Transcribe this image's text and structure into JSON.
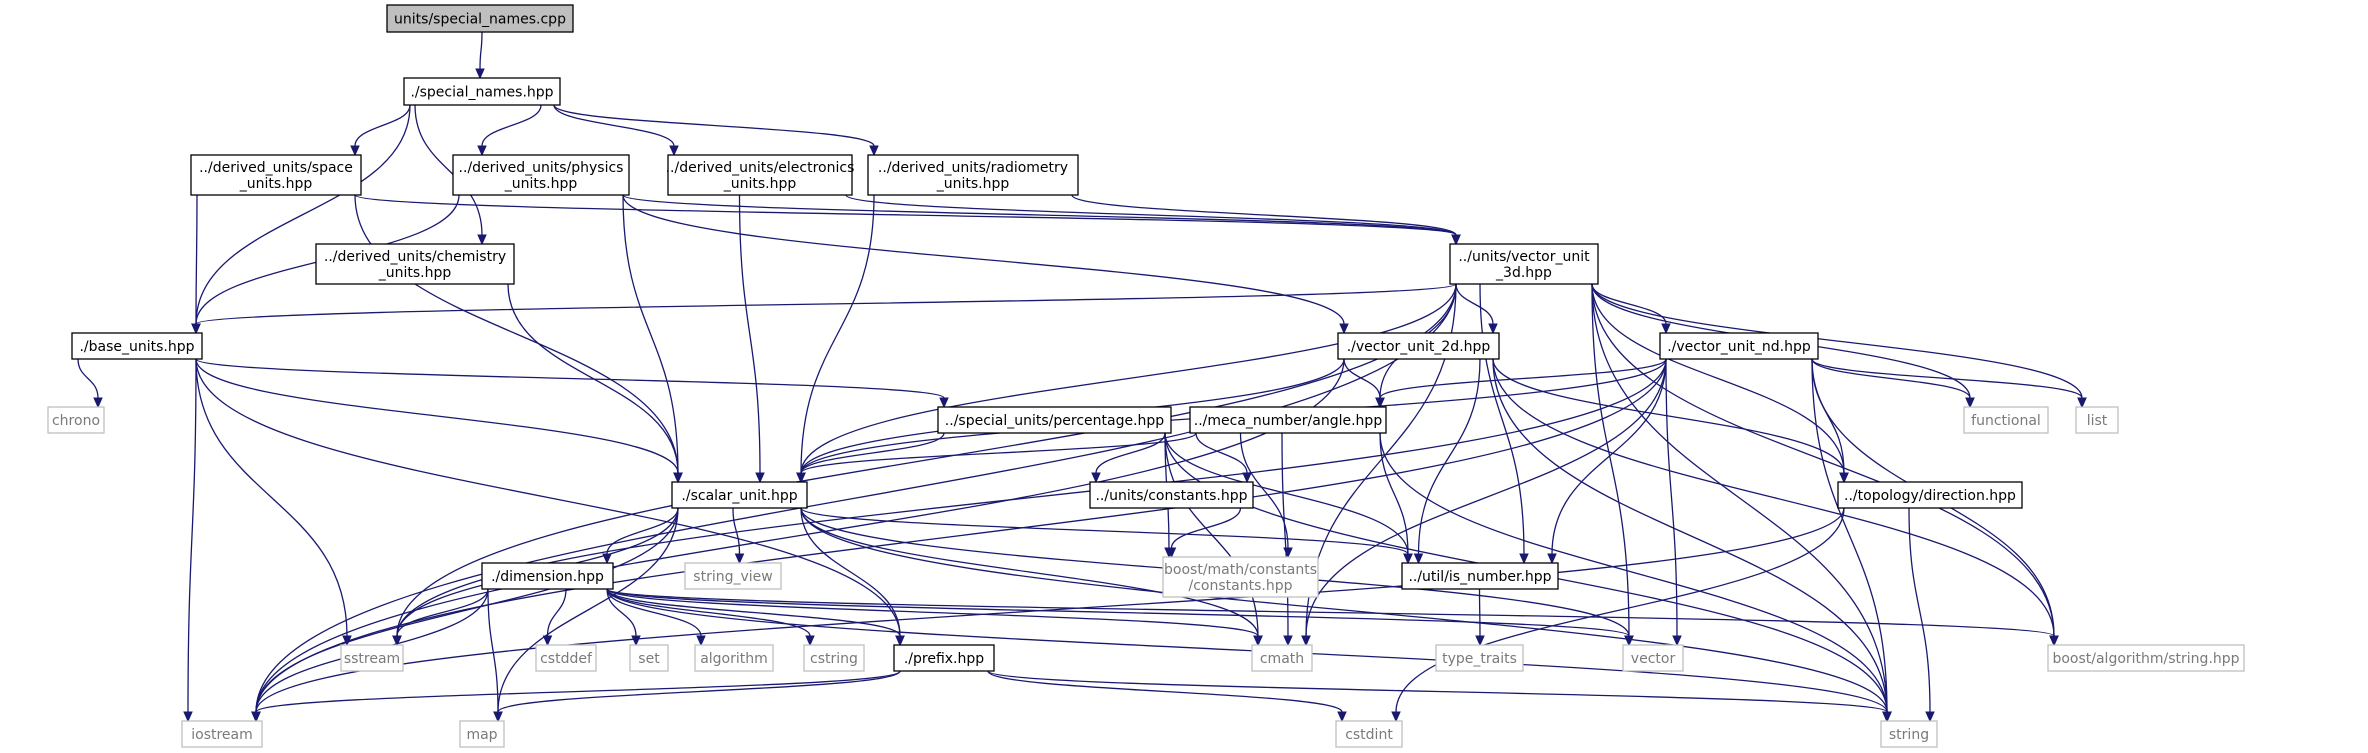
{
  "nodes": [
    {
      "id": "root",
      "lines": [
        "units/special_names.cpp"
      ],
      "kind": "root"
    },
    {
      "id": "special_names",
      "lines": [
        "./special_names.hpp"
      ],
      "kind": "local"
    },
    {
      "id": "space_units",
      "lines": [
        "../derived_units/space",
        "_units.hpp"
      ],
      "kind": "local"
    },
    {
      "id": "physics_units",
      "lines": [
        "../derived_units/physics",
        "_units.hpp"
      ],
      "kind": "local"
    },
    {
      "id": "electronics_units",
      "lines": [
        "../derived_units/electronics",
        "_units.hpp"
      ],
      "kind": "local"
    },
    {
      "id": "radiometry_units",
      "lines": [
        "../derived_units/radiometry",
        "_units.hpp"
      ],
      "kind": "local"
    },
    {
      "id": "chemistry_units",
      "lines": [
        "../derived_units/chemistry",
        "_units.hpp"
      ],
      "kind": "local"
    },
    {
      "id": "vector_unit_3d",
      "lines": [
        "../units/vector_unit",
        "_3d.hpp"
      ],
      "kind": "local"
    },
    {
      "id": "base_units",
      "lines": [
        "./base_units.hpp"
      ],
      "kind": "local"
    },
    {
      "id": "vector_unit_2d",
      "lines": [
        "./vector_unit_2d.hpp"
      ],
      "kind": "local"
    },
    {
      "id": "vector_unit_nd",
      "lines": [
        "./vector_unit_nd.hpp"
      ],
      "kind": "local"
    },
    {
      "id": "chrono",
      "lines": [
        "chrono"
      ],
      "kind": "system"
    },
    {
      "id": "percentage",
      "lines": [
        "../special_units/percentage.hpp"
      ],
      "kind": "local"
    },
    {
      "id": "angle",
      "lines": [
        "../meca_number/angle.hpp"
      ],
      "kind": "local"
    },
    {
      "id": "functional",
      "lines": [
        "functional"
      ],
      "kind": "system"
    },
    {
      "id": "list",
      "lines": [
        "list"
      ],
      "kind": "system"
    },
    {
      "id": "scalar_unit",
      "lines": [
        "./scalar_unit.hpp"
      ],
      "kind": "local"
    },
    {
      "id": "constants",
      "lines": [
        "../units/constants.hpp"
      ],
      "kind": "local"
    },
    {
      "id": "direction",
      "lines": [
        "../topology/direction.hpp"
      ],
      "kind": "local"
    },
    {
      "id": "string_view",
      "lines": [
        "string_view"
      ],
      "kind": "system"
    },
    {
      "id": "boost_constants",
      "lines": [
        "boost/math/constants",
        "/constants.hpp"
      ],
      "kind": "system"
    },
    {
      "id": "is_number",
      "lines": [
        "../util/is_number.hpp"
      ],
      "kind": "local"
    },
    {
      "id": "dimension",
      "lines": [
        "./dimension.hpp"
      ],
      "kind": "local"
    },
    {
      "id": "sstream",
      "lines": [
        "sstream"
      ],
      "kind": "system"
    },
    {
      "id": "cstddef",
      "lines": [
        "cstddef"
      ],
      "kind": "system"
    },
    {
      "id": "set",
      "lines": [
        "set"
      ],
      "kind": "system"
    },
    {
      "id": "algorithm",
      "lines": [
        "algorithm"
      ],
      "kind": "system"
    },
    {
      "id": "cstring",
      "lines": [
        "cstring"
      ],
      "kind": "system"
    },
    {
      "id": "prefix",
      "lines": [
        "./prefix.hpp"
      ],
      "kind": "local"
    },
    {
      "id": "cmath",
      "lines": [
        "cmath"
      ],
      "kind": "system"
    },
    {
      "id": "type_traits",
      "lines": [
        "type_traits"
      ],
      "kind": "system"
    },
    {
      "id": "vector",
      "lines": [
        "vector"
      ],
      "kind": "system"
    },
    {
      "id": "boost_string",
      "lines": [
        "boost/algorithm/string.hpp"
      ],
      "kind": "system"
    },
    {
      "id": "iostream",
      "lines": [
        "iostream"
      ],
      "kind": "system"
    },
    {
      "id": "map",
      "lines": [
        "map"
      ],
      "kind": "system"
    },
    {
      "id": "cstdint",
      "lines": [
        "cstdint"
      ],
      "kind": "system"
    },
    {
      "id": "string",
      "lines": [
        "string"
      ],
      "kind": "system"
    }
  ],
  "edges": [
    [
      "root",
      "special_names"
    ],
    [
      "special_names",
      "space_units"
    ],
    [
      "special_names",
      "physics_units"
    ],
    [
      "special_names",
      "electronics_units"
    ],
    [
      "special_names",
      "radiometry_units"
    ],
    [
      "special_names",
      "chemistry_units"
    ],
    [
      "special_names",
      "base_units"
    ],
    [
      "space_units",
      "base_units"
    ],
    [
      "space_units",
      "scalar_unit"
    ],
    [
      "space_units",
      "vector_unit_3d"
    ],
    [
      "physics_units",
      "base_units"
    ],
    [
      "physics_units",
      "scalar_unit"
    ],
    [
      "physics_units",
      "vector_unit_3d"
    ],
    [
      "physics_units",
      "vector_unit_2d"
    ],
    [
      "electronics_units",
      "scalar_unit"
    ],
    [
      "electronics_units",
      "vector_unit_3d"
    ],
    [
      "radiometry_units",
      "scalar_unit"
    ],
    [
      "radiometry_units",
      "vector_unit_3d"
    ],
    [
      "chemistry_units",
      "scalar_unit"
    ],
    [
      "base_units",
      "chrono"
    ],
    [
      "base_units",
      "iostream"
    ],
    [
      "base_units",
      "sstream"
    ],
    [
      "base_units",
      "scalar_unit"
    ],
    [
      "base_units",
      "percentage"
    ],
    [
      "base_units",
      "prefix"
    ],
    [
      "vector_unit_3d",
      "base_units"
    ],
    [
      "vector_unit_3d",
      "vector_unit_2d"
    ],
    [
      "vector_unit_3d",
      "vector_unit_nd"
    ],
    [
      "vector_unit_3d",
      "angle"
    ],
    [
      "vector_unit_3d",
      "scalar_unit"
    ],
    [
      "vector_unit_3d",
      "functional"
    ],
    [
      "vector_unit_3d",
      "list"
    ],
    [
      "vector_unit_3d",
      "direction"
    ],
    [
      "vector_unit_3d",
      "is_number"
    ],
    [
      "vector_unit_3d",
      "cmath"
    ],
    [
      "vector_unit_3d",
      "vector"
    ],
    [
      "vector_unit_3d",
      "boost_string"
    ],
    [
      "vector_unit_3d",
      "string"
    ],
    [
      "vector_unit_3d",
      "iostream"
    ],
    [
      "vector_unit_3d",
      "sstream"
    ],
    [
      "vector_unit_2d",
      "angle"
    ],
    [
      "vector_unit_2d",
      "scalar_unit"
    ],
    [
      "vector_unit_2d",
      "direction"
    ],
    [
      "vector_unit_2d",
      "is_number"
    ],
    [
      "vector_unit_2d",
      "iostream"
    ],
    [
      "vector_unit_2d",
      "boost_string"
    ],
    [
      "vector_unit_2d",
      "string"
    ],
    [
      "vector_unit_nd",
      "angle"
    ],
    [
      "vector_unit_nd",
      "scalar_unit"
    ],
    [
      "vector_unit_nd",
      "direction"
    ],
    [
      "vector_unit_nd",
      "is_number"
    ],
    [
      "vector_unit_nd",
      "functional"
    ],
    [
      "vector_unit_nd",
      "list"
    ],
    [
      "vector_unit_nd",
      "cmath"
    ],
    [
      "vector_unit_nd",
      "vector"
    ],
    [
      "vector_unit_nd",
      "boost_string"
    ],
    [
      "vector_unit_nd",
      "string"
    ],
    [
      "vector_unit_nd",
      "iostream"
    ],
    [
      "vector_unit_nd",
      "sstream"
    ],
    [
      "percentage",
      "scalar_unit"
    ],
    [
      "percentage",
      "constants"
    ],
    [
      "percentage",
      "boost_constants"
    ],
    [
      "percentage",
      "is_number"
    ],
    [
      "percentage",
      "cmath"
    ],
    [
      "percentage",
      "string"
    ],
    [
      "angle",
      "scalar_unit"
    ],
    [
      "angle",
      "constants"
    ],
    [
      "angle",
      "boost_constants"
    ],
    [
      "angle",
      "is_number"
    ],
    [
      "angle",
      "cmath"
    ],
    [
      "angle",
      "string"
    ],
    [
      "constants",
      "boost_constants"
    ],
    [
      "direction",
      "string"
    ],
    [
      "direction",
      "iostream"
    ],
    [
      "direction",
      "cstdint"
    ],
    [
      "scalar_unit",
      "dimension"
    ],
    [
      "scalar_unit",
      "string_view"
    ],
    [
      "scalar_unit",
      "is_number"
    ],
    [
      "scalar_unit",
      "prefix"
    ],
    [
      "scalar_unit",
      "iostream"
    ],
    [
      "scalar_unit",
      "sstream"
    ],
    [
      "scalar_unit",
      "cmath"
    ],
    [
      "scalar_unit",
      "map"
    ],
    [
      "scalar_unit",
      "vector"
    ],
    [
      "scalar_unit",
      "string"
    ],
    [
      "is_number",
      "type_traits"
    ],
    [
      "dimension",
      "sstream"
    ],
    [
      "dimension",
      "cstddef"
    ],
    [
      "dimension",
      "set"
    ],
    [
      "dimension",
      "algorithm"
    ],
    [
      "dimension",
      "cstring"
    ],
    [
      "dimension",
      "prefix"
    ],
    [
      "dimension",
      "cmath"
    ],
    [
      "dimension",
      "vector"
    ],
    [
      "dimension",
      "boost_string"
    ],
    [
      "dimension",
      "iostream"
    ],
    [
      "dimension",
      "map"
    ],
    [
      "dimension",
      "string"
    ],
    [
      "prefix",
      "iostream"
    ],
    [
      "prefix",
      "map"
    ],
    [
      "prefix",
      "cstdint"
    ],
    [
      "prefix",
      "string"
    ]
  ]
}
